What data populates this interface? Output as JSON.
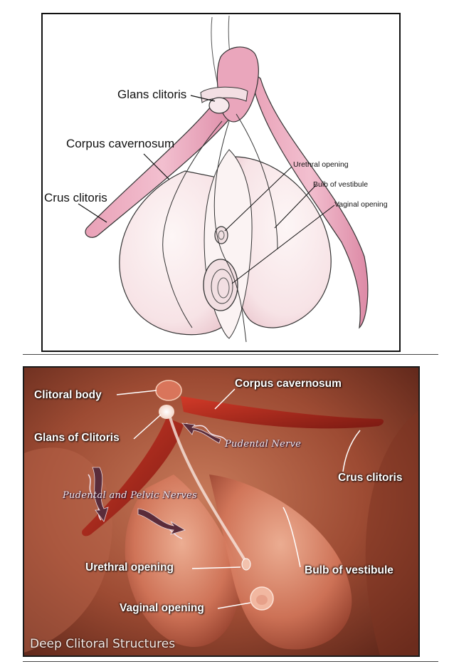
{
  "top_diagram": {
    "labels": {
      "glans_clitoris": "Glans clitoris",
      "corpus_cavernosum": "Corpus cavernosum",
      "crus_clitoris": "Crus clitoris",
      "urethral_opening": "Urethral opening",
      "bulb_of_vestibule": "Bulb of vestibule",
      "vaginal_opening": "Vaginal opening"
    }
  },
  "bottom_diagram": {
    "labels": {
      "clitoral_body": "Clitoral body",
      "corpus_cavernosum": "Corpus cavernosum",
      "glans_of_clitoris": "Glans of Clitoris",
      "pudental_nerve": "Pudental Nerve",
      "crus_clitoris": "Crus clitoris",
      "pudental_pelvic_nerves": "Pudental and Pelvic Nerves",
      "urethral_opening": "Urethral opening",
      "bulb_of_vestibule": "Bulb of vestibule",
      "vaginal_opening": "Vaginal opening"
    },
    "caption": "Deep Clitoral Structures"
  },
  "colors": {
    "pink": "#e8a3b9",
    "pink_dark": "#c96f8e",
    "bulb_fill": "#fbeef0",
    "photo_bg": "#9c4a32"
  }
}
